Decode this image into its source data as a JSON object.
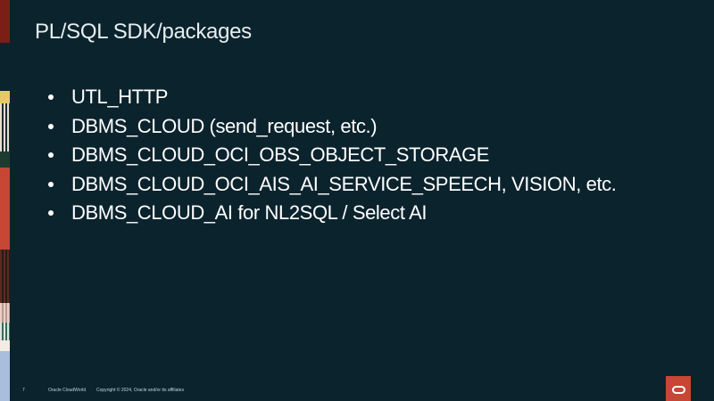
{
  "slide": {
    "title": "PL/SQL SDK/packages",
    "bullets": [
      "UTL_HTTP",
      "DBMS_CLOUD (send_request, etc.)",
      "DBMS_CLOUD_OCI_OBS_OBJECT_STORAGE",
      "DBMS_CLOUD_OCI_AIS_AI_SERVICE_SPEECH, VISION, etc.",
      "DBMS_CLOUD_AI for NL2SQL / Select AI"
    ]
  },
  "footer": {
    "page_number": "7",
    "event": "Oracle CloudWorld",
    "copyright": "Copyright © 2024, Oracle and/or its affiliates"
  },
  "logo": {
    "icon": "oracle-logo-icon",
    "color": "#c74634"
  },
  "colors": {
    "background": "#0b232d",
    "accent_red": "#c74634",
    "dark_red": "#7a1e16",
    "pale_blue": "#a9bedc"
  }
}
